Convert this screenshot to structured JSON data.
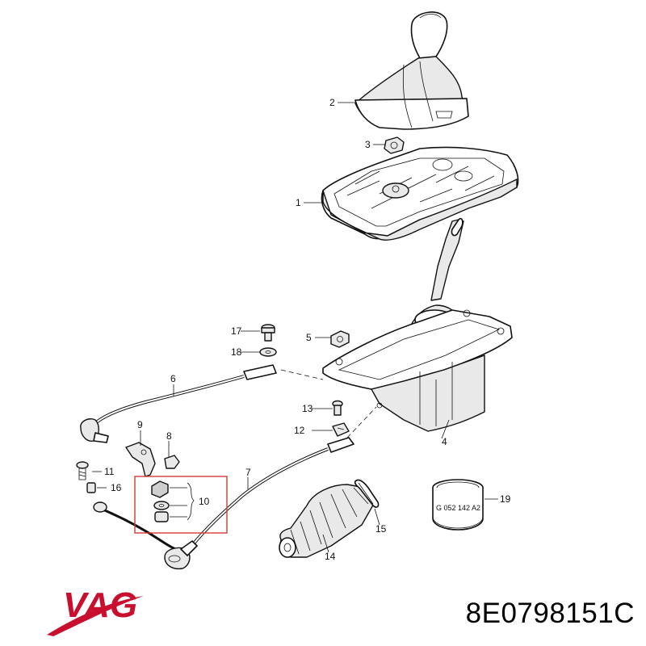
{
  "callouts": [
    {
      "id": "1",
      "label": "1"
    },
    {
      "id": "2",
      "label": "2"
    },
    {
      "id": "3",
      "label": "3"
    },
    {
      "id": "4",
      "label": "4"
    },
    {
      "id": "5",
      "label": "5"
    },
    {
      "id": "6",
      "label": "6"
    },
    {
      "id": "7",
      "label": "7"
    },
    {
      "id": "8",
      "label": "8"
    },
    {
      "id": "9",
      "label": "9"
    },
    {
      "id": "10",
      "label": "10"
    },
    {
      "id": "11",
      "label": "11"
    },
    {
      "id": "12",
      "label": "12"
    },
    {
      "id": "13",
      "label": "13"
    },
    {
      "id": "14",
      "label": "14"
    },
    {
      "id": "15",
      "label": "15"
    },
    {
      "id": "16",
      "label": "16"
    },
    {
      "id": "17",
      "label": "17"
    },
    {
      "id": "18",
      "label": "18"
    },
    {
      "id": "19",
      "label": "19"
    }
  ],
  "sleeve_code": "G 052 142 A2",
  "brand": {
    "logo_text": "VAG",
    "logo_color": "#c8102e"
  },
  "part_number": "8E0798151C",
  "highlight_color": "#d23a3a"
}
